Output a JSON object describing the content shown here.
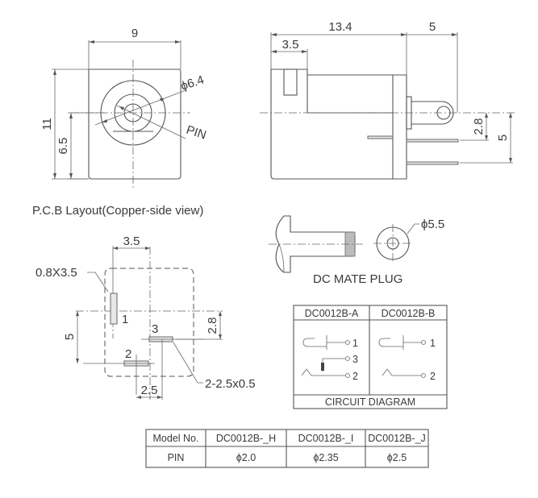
{
  "front_view": {
    "dim_width": "9",
    "dim_height": "11",
    "dim_center_height": "6.5",
    "dim_diameter": "ϕ6.4",
    "label_pin": "PIN"
  },
  "side_view": {
    "dim_body_length": "13.4",
    "dim_lip_length": "3.5",
    "dim_tab_length": "5",
    "dim_pin_offset_1": "2.8",
    "dim_pin_offset_2": "5"
  },
  "pcb_layout": {
    "title": "P.C.B Layout(Copper-side view)",
    "dim_top": "3.5",
    "dim_slot": "0.8X3.5",
    "dim_left": "5",
    "dim_right": "2.8",
    "dim_bottom": "2.5",
    "dim_slots_2": "2-2.5x0.5",
    "pin_labels": [
      "1",
      "2",
      "3"
    ]
  },
  "mate_plug": {
    "dim_diameter": "ϕ5.5",
    "caption": "DC MATE PLUG"
  },
  "circuit_diagram": {
    "headers": [
      "DC0012B-A",
      "DC0012B-B"
    ],
    "a_pins": [
      "1",
      "3",
      "2"
    ],
    "b_pins": [
      "1",
      "2"
    ],
    "caption": "CIRCUIT DIAGRAM"
  },
  "model_table": {
    "headers": [
      "Model No.",
      "DC0012B-_H",
      "DC0012B-_I",
      "DC0012B-_J"
    ],
    "rows": [
      [
        "PIN",
        "ϕ2.0",
        "ϕ2.35",
        "ϕ2.5"
      ]
    ]
  }
}
